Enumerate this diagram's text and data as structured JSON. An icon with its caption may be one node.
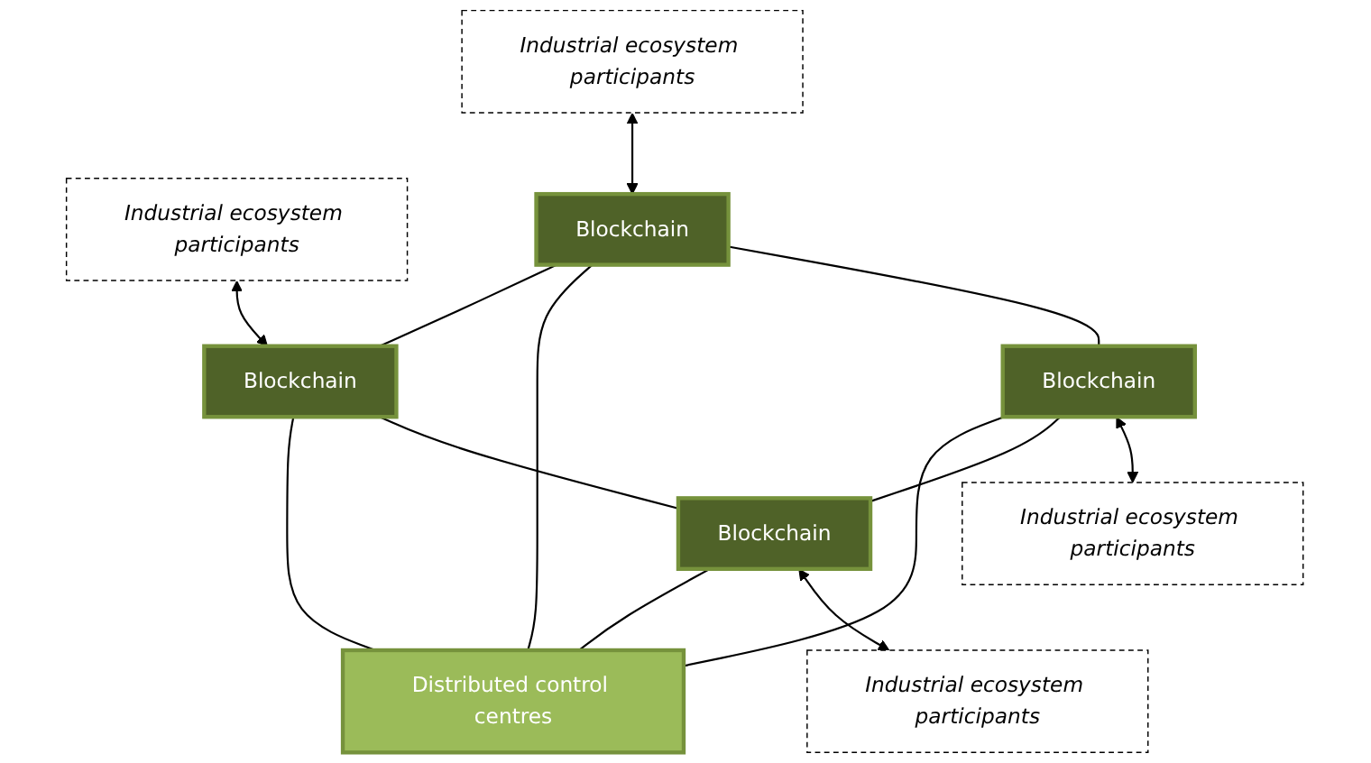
{
  "diagram": {
    "nodes": [
      {
        "text": [
          "Industrial ecosystem participants"
        ]
      },
      {
        "text": [
          "Industrial ecosystem participants"
        ]
      },
      {
        "text": [
          "Blockchain"
        ]
      },
      {
        "text": [
          "Blockchain"
        ]
      },
      {
        "text": [
          "Distributed control centres"
        ]
      },
      {
        "text": [
          "Blockchain"
        ]
      },
      {
        "text": [
          "Blockchain"
        ]
      },
      {
        "text": [
          "Industrial ecosystem participants"
        ]
      },
      {
        "text": [
          "Industrial ecosystem participants"
        ]
      }
    ],
    "edges": [
      {
        "from": 0,
        "to": 2,
        "arrow": "both"
      },
      {
        "from": 1,
        "to": 3,
        "arrow": "both"
      },
      {
        "from": 2,
        "to": 3,
        "arrow": "none"
      },
      {
        "from": 2,
        "to": 4,
        "arrow": "none"
      },
      {
        "from": 3,
        "to": 4,
        "arrow": "none"
      },
      {
        "from": 2,
        "to": 5,
        "arrow": "none"
      },
      {
        "from": 3,
        "to": 6,
        "arrow": "none"
      },
      {
        "from": 5,
        "to": 4,
        "arrow": "none"
      },
      {
        "from": 6,
        "to": 4,
        "arrow": "none"
      },
      {
        "from": 5,
        "to": 6,
        "arrow": "none"
      },
      {
        "from": 5,
        "to": 7,
        "arrow": "both"
      },
      {
        "from": 6,
        "to": 8,
        "arrow": "both"
      }
    ]
  }
}
